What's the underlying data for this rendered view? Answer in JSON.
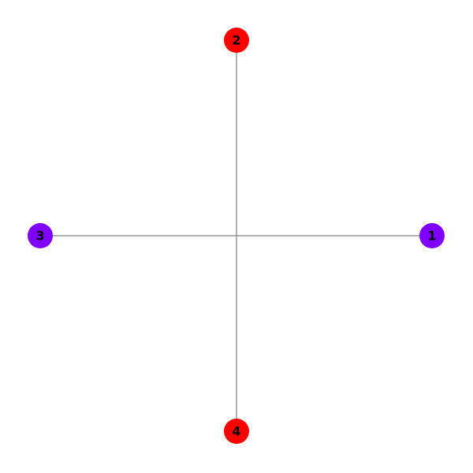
{
  "graph": {
    "edge_color": "#808080",
    "label_color": "#000000",
    "nodes": [
      {
        "id": "1",
        "label": "1",
        "color": "#7f00ff"
      },
      {
        "id": "2",
        "label": "2",
        "color": "#ff0000"
      },
      {
        "id": "3",
        "label": "3",
        "color": "#7f00ff"
      },
      {
        "id": "4",
        "label": "4",
        "color": "#ff0000"
      }
    ],
    "edges": [
      {
        "source": "1",
        "target": "3"
      },
      {
        "source": "2",
        "target": "4"
      }
    ]
  }
}
